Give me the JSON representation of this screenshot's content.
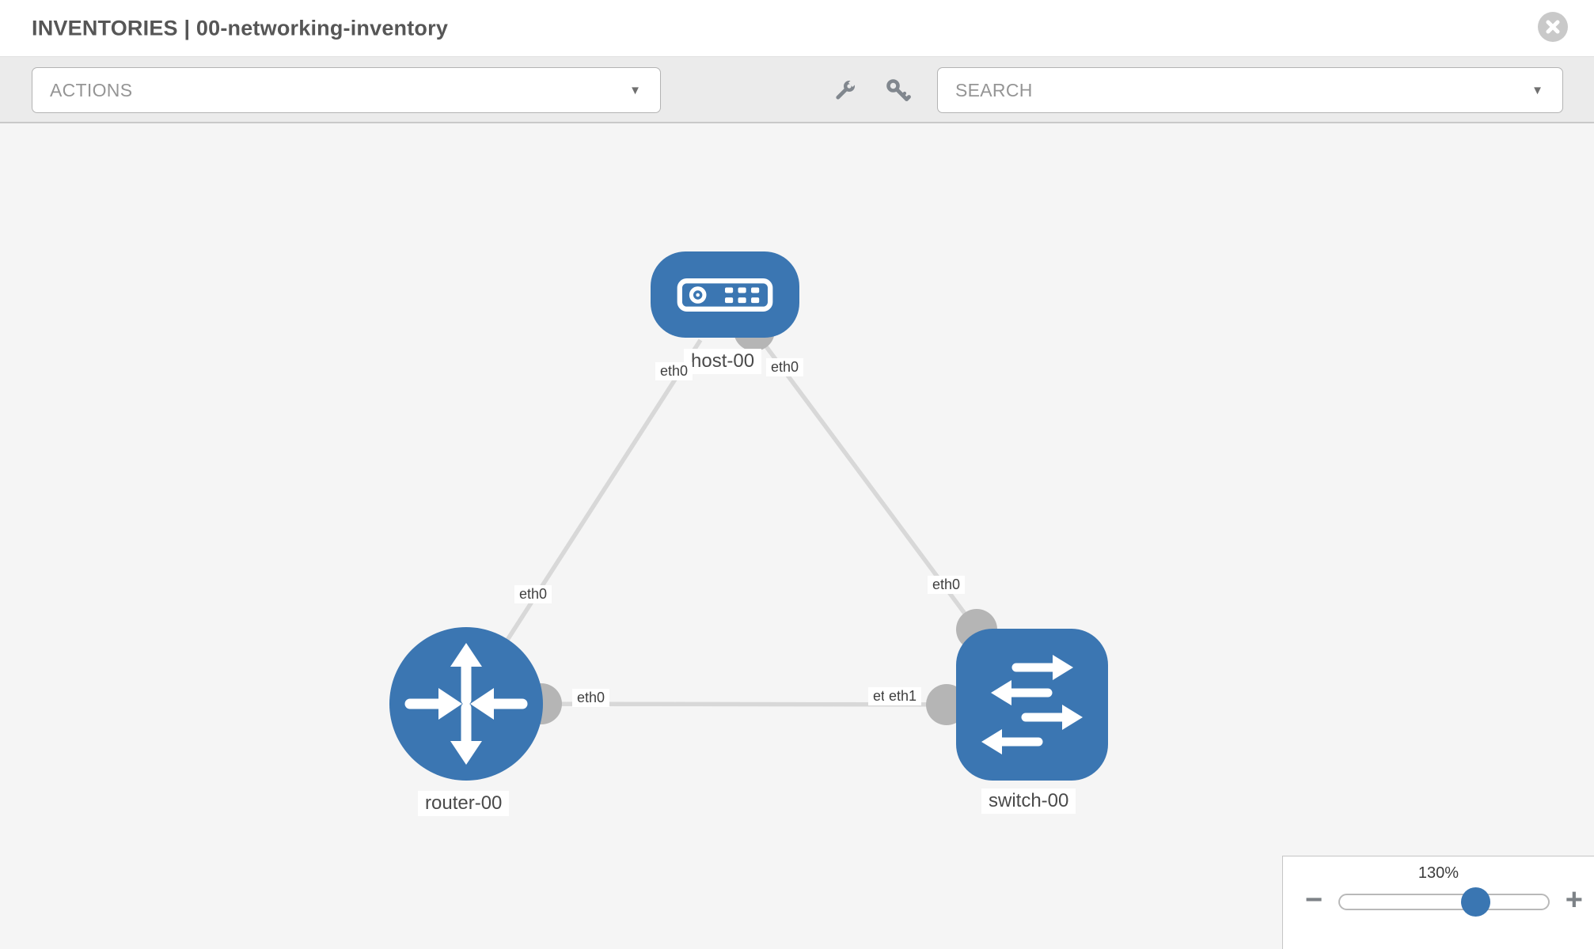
{
  "header": {
    "title": "INVENTORIES | 00-networking-inventory"
  },
  "toolbar": {
    "actions_label": "ACTIONS",
    "search_label": "SEARCH",
    "dropdown_arrow": "▼",
    "icons": [
      "wrench-icon",
      "key-icon"
    ]
  },
  "topology": {
    "nodes": [
      {
        "id": "host-00",
        "label": "host-00",
        "type": "host",
        "icon": "server-icon"
      },
      {
        "id": "router-00",
        "label": "router-00",
        "type": "router",
        "icon": "router-arrows-icon"
      },
      {
        "id": "switch-00",
        "label": "switch-00",
        "type": "switch",
        "icon": "switch-arrows-icon"
      }
    ],
    "links": [
      {
        "source": "router-00",
        "source_interface": "eth0",
        "target": "host-00",
        "target_interface": "eth0"
      },
      {
        "source": "host-00",
        "source_interface": "eth0",
        "target": "switch-00",
        "target_interface": "eth0"
      },
      {
        "source": "router-00",
        "source_interface": "eth0",
        "target": "switch-00",
        "target_interface": "eth1",
        "occluded_interface": "eth0"
      }
    ]
  },
  "zoom_control": {
    "level": "130%",
    "minus": "−",
    "plus": "+"
  },
  "colors": {
    "node_blue": "#3b76b2",
    "interface_gray": "#b5b5b5",
    "edge_gray": "#d8d8d8",
    "canvas_bg": "#f5f5f5",
    "toolbar_bg": "#ebebeb"
  }
}
